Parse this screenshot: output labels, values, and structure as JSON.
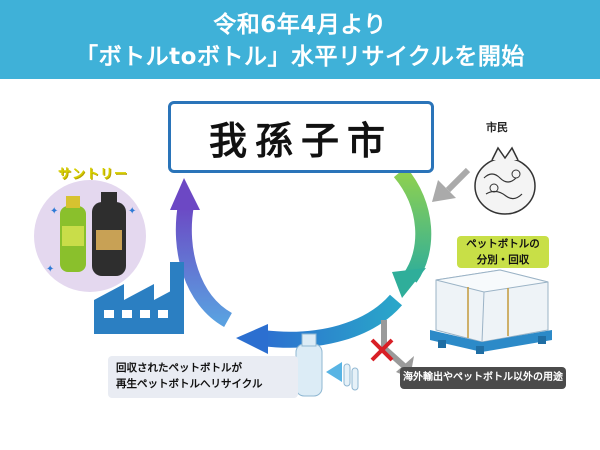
{
  "header": {
    "line1": "令和6年4月より",
    "line2": "「ボトルtoボトル」水平リサイクルを開始",
    "bg_color": "#3fb1d8"
  },
  "center_box": {
    "title": "我孫子市"
  },
  "citizen": {
    "label": "市民",
    "icon": "garbage-bag-icon"
  },
  "sorting": {
    "line1": "ペットボトルの",
    "line2": "分別・回収"
  },
  "export_box": {
    "label": "海外輸出やペットボトル以外の用途",
    "icon": "cross-mark-icon"
  },
  "recycle_box": {
    "line1": "回収されたペットボトルが",
    "line2": "再生ペットボトルへリサイクル"
  },
  "manufacturer": {
    "label": "サントリー",
    "icon": "factory-icon"
  },
  "colors": {
    "arrow_green": "#7ac943",
    "arrow_blue": "#2e8bd8",
    "arrow_purple": "#6a4fc4",
    "box_border": "#2a74b9"
  }
}
